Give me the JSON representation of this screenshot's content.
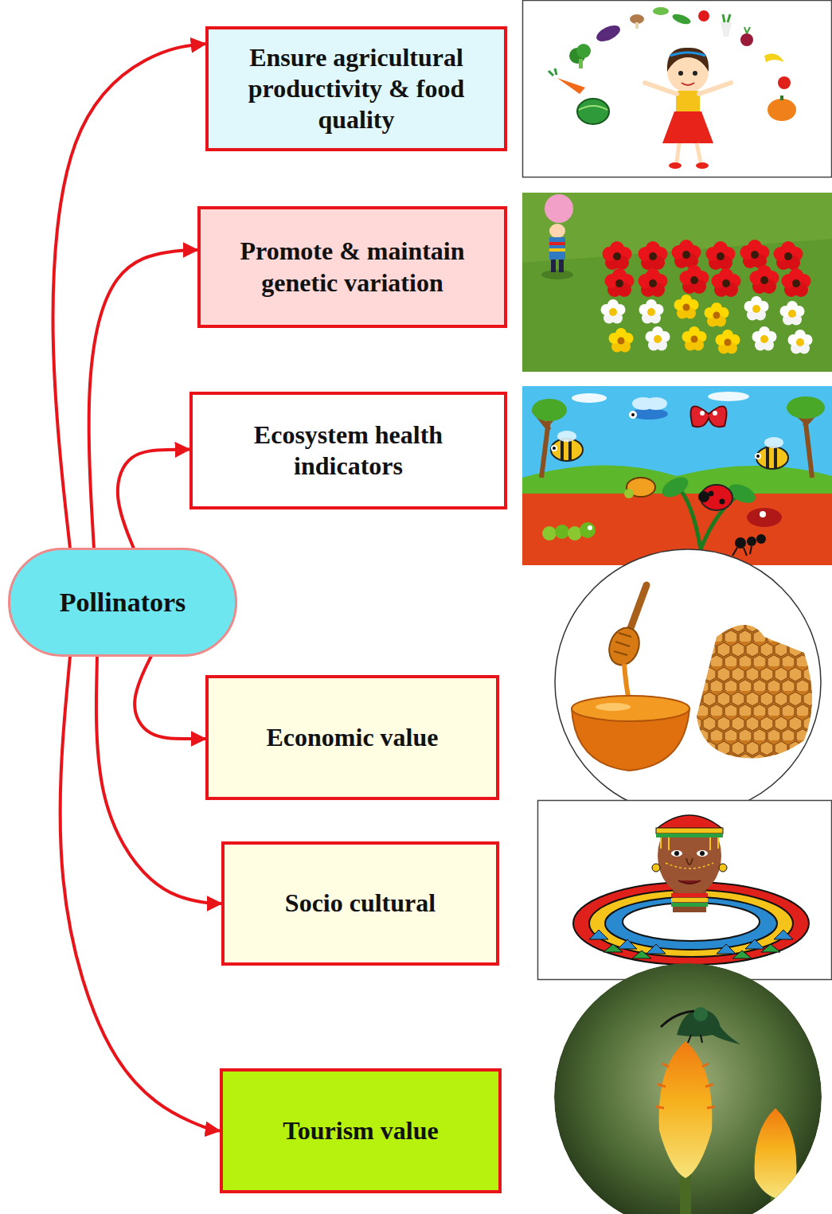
{
  "diagram": {
    "nodes": [
      {
        "text": [
          "Pollinators"
        ]
      },
      {
        "text": [
          "Ensure agricultural productivity & food quality"
        ]
      },
      {
        "text": [
          "Promote & maintain genetic variation"
        ]
      },
      {
        "text": [
          "Ecosystem health indicators"
        ]
      },
      {
        "text": [
          "Economic value"
        ]
      },
      {
        "text": [
          "Socio cultural"
        ]
      },
      {
        "text": [
          "Tourism value"
        ]
      }
    ],
    "edges": [
      {
        "from": 0,
        "to": 1,
        "arrow": "to"
      },
      {
        "from": 0,
        "to": 2,
        "arrow": "to"
      },
      {
        "from": 0,
        "to": 3,
        "arrow": "to"
      },
      {
        "from": 0,
        "to": 4,
        "arrow": "to"
      },
      {
        "from": 0,
        "to": 5,
        "arrow": "to"
      },
      {
        "from": 0,
        "to": 6,
        "arrow": "to"
      }
    ]
  }
}
